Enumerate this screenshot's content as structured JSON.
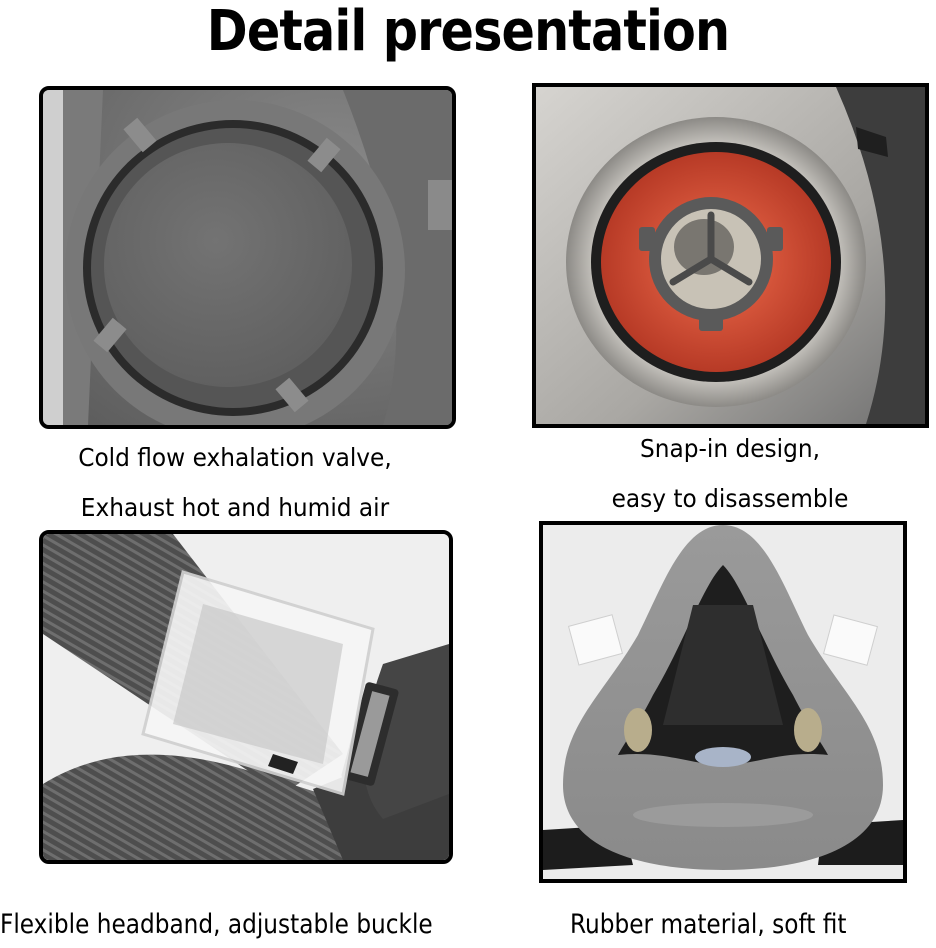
{
  "header": {
    "title": "Detail presentation"
  },
  "panels": [
    {
      "id": "exhalation-valve",
      "image_subject": "Cold flow exhalation valve cover on gray respirator",
      "caption_lines": [
        "Cold flow exhalation valve,",
        "Exhaust hot and humid air"
      ]
    },
    {
      "id": "snap-in-filter",
      "image_subject": "Red filter pad with snap-in bayonet connector",
      "caption_lines": [
        "Snap-in design,",
        "easy to disassemble"
      ]
    },
    {
      "id": "headband-buckle",
      "image_subject": "Elastic headband with clear plastic adjustable buckle",
      "caption_lines": [
        "Flexible headband, adjustable buckle"
      ]
    },
    {
      "id": "rubber-facepiece",
      "image_subject": "Gray rubber half-face respirator interior",
      "caption_lines": [
        "Rubber material, soft fit"
      ]
    }
  ],
  "colors": {
    "frame": "#000000",
    "filter_red": "#c8462f",
    "rubber_gray": "#8f8f8f",
    "background": "#ffffff"
  }
}
